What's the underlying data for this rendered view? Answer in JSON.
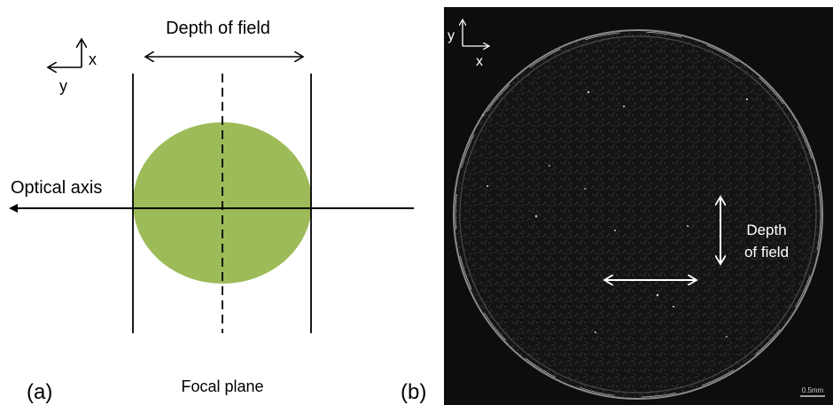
{
  "panel_a": {
    "label": "(a)",
    "depth_of_field_label": "Depth of field",
    "optical_axis_label": "Optical axis",
    "focal_plane_label": "Focal plane",
    "axis_x_label": "x",
    "axis_y_label": "y",
    "ellipse_color": "#9dbb59"
  },
  "panel_b": {
    "label": "(b)",
    "depth_of_field_line1": "Depth",
    "depth_of_field_line2": "of field",
    "axis_x_label": "x",
    "axis_y_label": "y",
    "scale_bar_label": "0.5mm",
    "background_color": "#0d0d0d"
  }
}
